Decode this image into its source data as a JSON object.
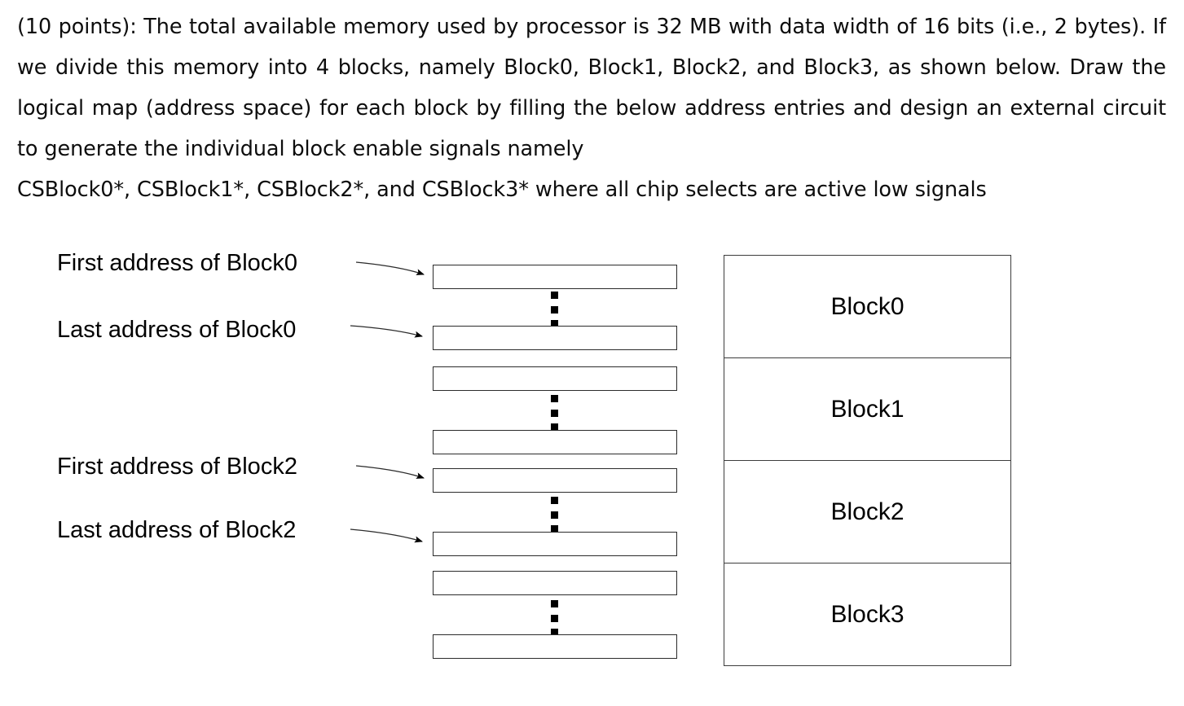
{
  "question": {
    "lines": [
      "(10 points): The total available memory used by processor is 32 MB with data width of 16 bits (i.e.,",
      "2 bytes). If we divide this memory into 4 blocks, namely Block0, Block1, Block2, and Block3, as",
      "shown below. Draw the logical map (address space) for each block by filling the below address",
      "entries and design an external circuit to generate the individual block enable signals namely",
      "CSBlock0*, CSBlock1*,  CSBlock2*, and CSBlock3* where all chip selects are active low signals"
    ],
    "points": "10 points",
    "total_memory": "32 MB",
    "data_width": "16 bits",
    "data_width_bytes": "2 bytes",
    "num_blocks": "4",
    "chip_selects": [
      "CSBlock0*",
      "CSBlock1*",
      "CSBlock2*",
      "CSBlock3*"
    ]
  },
  "diagram": {
    "callouts": [
      {
        "label": "First address of Block0",
        "name": "callout-first-address-block0"
      },
      {
        "label": "Last address of Block0",
        "name": "callout-last-address-block0"
      },
      {
        "label": "First address of Block2",
        "name": "callout-first-address-block2"
      },
      {
        "label": "Last address of Block2",
        "name": "callout-last-address-block2"
      }
    ],
    "address_entries": [
      {
        "value": "",
        "role": "first-address-block0"
      },
      {
        "value": "",
        "role": "last-address-block0"
      },
      {
        "value": "",
        "role": "first-address-block1"
      },
      {
        "value": "",
        "role": "last-address-block1"
      },
      {
        "value": "",
        "role": "first-address-block2"
      },
      {
        "value": "",
        "role": "last-address-block2"
      },
      {
        "value": "",
        "role": "first-address-block3"
      },
      {
        "value": "",
        "role": "last-address-block3"
      }
    ],
    "ellipsis_glyph": "vertical-square-dots",
    "ellipsis_count": 4,
    "blocks": [
      {
        "label": "Block0"
      },
      {
        "label": "Block1"
      },
      {
        "label": "Block2"
      },
      {
        "label": "Block3"
      }
    ]
  },
  "colors": {
    "page_background": "#ffffff",
    "text": "#0d0d0d",
    "box_border": "#2b2b2b",
    "block_border": "#3d3d3d",
    "dot": "#000000"
  }
}
